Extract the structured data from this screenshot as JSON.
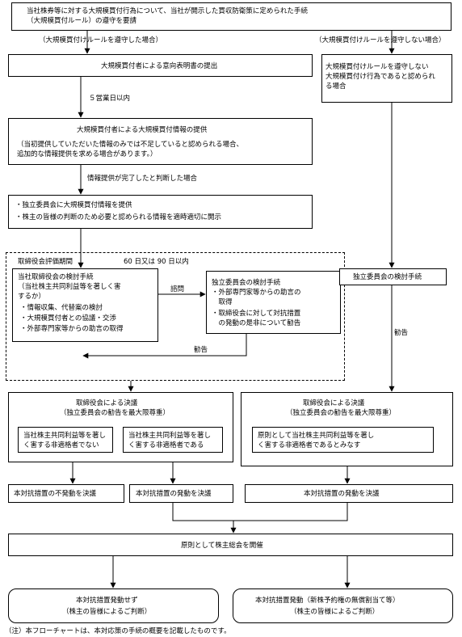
{
  "top_box": {
    "lines": [
      "当社株券等に対する大規模買付行為について、当社が開示した買収防衛策に定められた手続",
      "（大規模買付ルール）の遵守を要請"
    ]
  },
  "comply_header": "（大規模買付けルールを遵守した場合）",
  "noncomply_header": "（大規模買付けルールを遵守しない場合）",
  "intent_box": "大規模買付者による意向表明書の提出",
  "noncomply_box": [
    "大規模買付けルールを遵守しない",
    "大規模買付け行為であると認められ",
    "る場合"
  ],
  "days_label": "５営業日以内",
  "info_box": {
    "title": "大規模買付者による大規模買付情報の提供",
    "lines": [
      "（当初提供していただいた情報のみでは不足していると認められる場合、",
      "追加的な情報提供を求める場合があります。）"
    ]
  },
  "info_done_label": "情報提供が完了したと判断した場合",
  "disclose_box": [
    "・独立委員会に大規模買付情報を提供",
    "・株主の皆様の判断のため必要と認められる情報を適時適切に開示"
  ],
  "eval_period": {
    "label": "取締役会評価期間",
    "days": "60 日又は 90 日以内"
  },
  "board_review": {
    "title": "当社取締役会の検討手続",
    "lines": [
      "（当社株主共同利益等を著しく害",
      "するか）",
      "・情報収集、代替案の検討",
      "・大規模買付者との協議・交渉",
      "・外部専門家等からの助言の取得"
    ]
  },
  "consult_label": "諮問",
  "committee_review": {
    "title": "独立委員会の検討手続",
    "lines": [
      "・外部専門家等からの助言の",
      "　取得",
      "・取締役会に対して対抗措置",
      "　の発動の是非について勧告"
    ]
  },
  "recommend_label_left": "勧告",
  "committee_review_right": "独立委員会の検討手続",
  "recommend_label_right": "勧告",
  "board_decision_left": {
    "title": "取締役会による決議",
    "subtitle": "（独立委員会の勧告を最大限尊重）",
    "option_a": [
      "当社株主共同利益等を著し",
      "く害する非適格者でない"
    ],
    "option_b": [
      "当社株主共同利益等を著し",
      "く害する非適格者である"
    ]
  },
  "board_decision_right": {
    "title": "取締役会による決議",
    "subtitle": "（独立委員会の勧告を最大限尊重）",
    "option": [
      "原則として当社株主共同利益等を著し",
      "く害する非適格者であるとみなす"
    ]
  },
  "result_no_invoke": "本対抗措置の不発動を決議",
  "result_invoke_mid": "本対抗措置の発動を決議",
  "result_invoke_right": "本対抗措置の発動を決議",
  "shareholders_meeting": "原則として株主総会を開催",
  "final_no": {
    "title": "本対抗措置発動せず",
    "sub": "（株主の皆様によるご判断）"
  },
  "final_yes": {
    "title": "本対抗措置発動（新株予約権の無償割当て等）",
    "sub": "（株主の皆様によるご判断）"
  },
  "footnote": "（注）本フローチャートは、本対応策の手続の概要を記載したものです。"
}
